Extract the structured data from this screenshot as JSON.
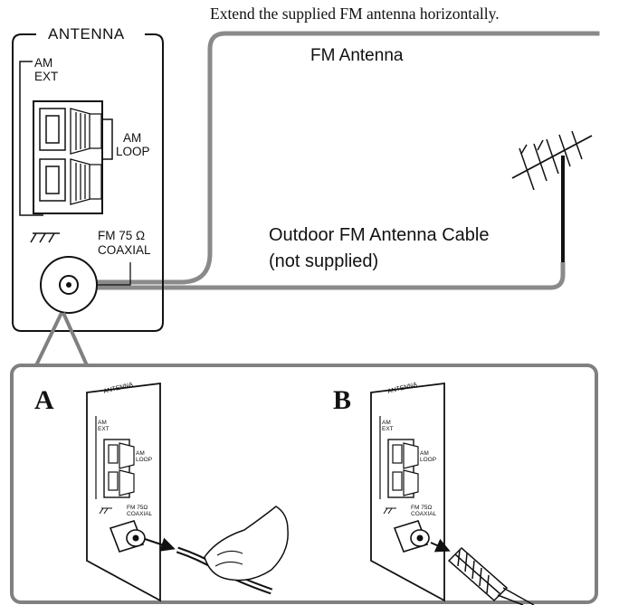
{
  "caption": "Extend the supplied FM antenna horizontally.",
  "fm_antenna_label": "FM Antenna",
  "outdoor_cable_line1": "Outdoor FM Antenna Cable",
  "outdoor_cable_line2": "(not supplied)",
  "panel": {
    "title": "ANTENNA",
    "am_ext_line1": "AM",
    "am_ext_line2": "EXT",
    "am_loop_line1": "AM",
    "am_loop_line2": "LOOP",
    "fm_line1": "FM 75 Ω",
    "fm_line2": "COAXIAL"
  },
  "insets": [
    {
      "letter": "A",
      "mini_title": "ANTENNA",
      "mini_am_ext": "AM EXT",
      "mini_am_loop": "AM LOOP",
      "mini_fm": "FM 75Ω COAXIAL"
    },
    {
      "letter": "B",
      "mini_title": "ANTENNA",
      "mini_am_ext": "AM EXT",
      "mini_am_loop": "AM LOOP",
      "mini_fm": "FM 75Ω COAXIAL"
    }
  ],
  "colors": {
    "wire": "#8a8a8a",
    "inset_frame": "#808080",
    "ink": "#111111"
  }
}
